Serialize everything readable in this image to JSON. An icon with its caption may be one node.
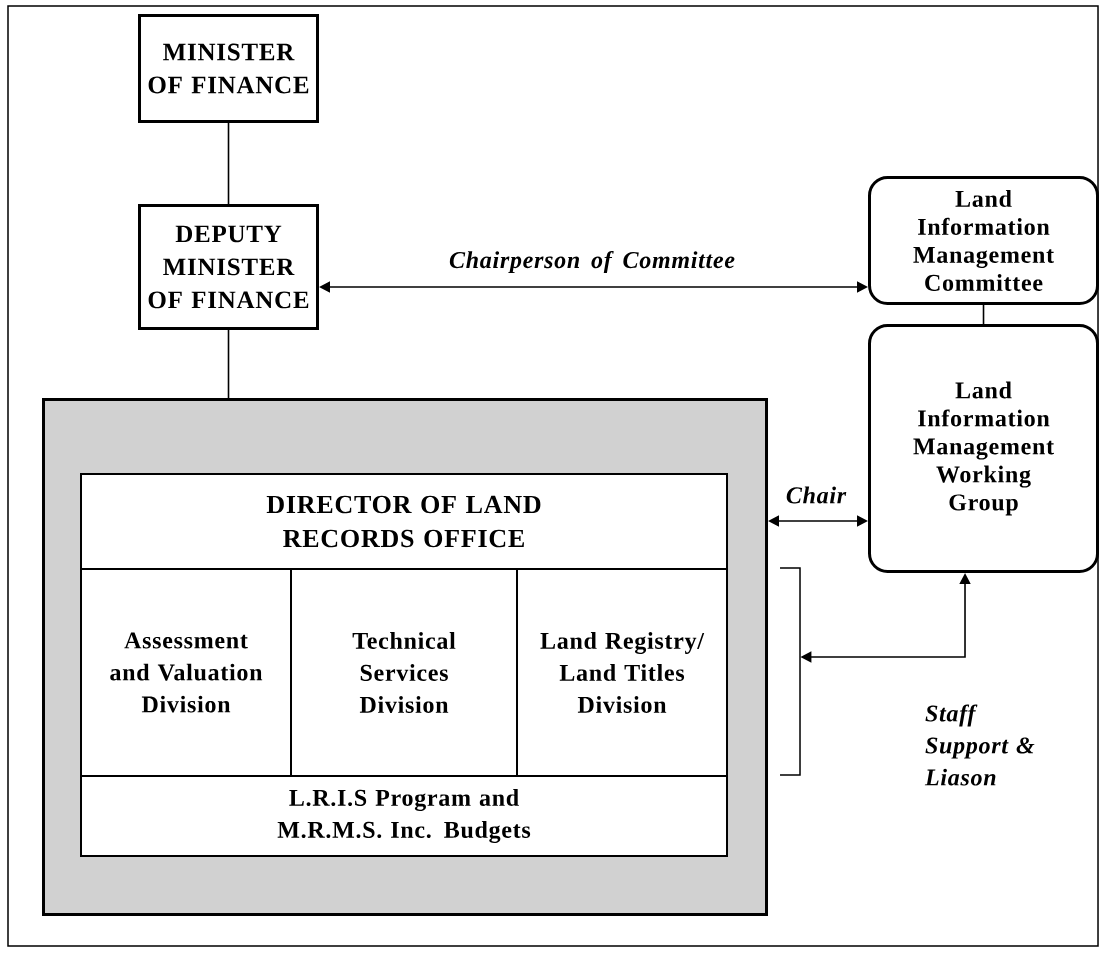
{
  "diagram": {
    "nodes": [
      {
        "text": [
          "MINISTER OF FINANCE"
        ]
      },
      {
        "text": [
          "DEPUTY MINISTER OF FINANCE"
        ]
      },
      {
        "text": [],
        "shape": "box"
      },
      {
        "text": [
          "DIRECTOR OF LAND RECORDS OFFICE"
        ],
        "in": 2
      },
      {
        "text": [
          "Assessment and Valuation Division"
        ],
        "in": 2
      },
      {
        "text": [
          "Technical Services Division"
        ],
        "in": 2
      },
      {
        "text": [
          "Land Registry/ Land Titles Division"
        ],
        "in": 2
      },
      {
        "text": [
          "L.R.I.S Program and M.R.M.S. Inc. Budgets"
        ],
        "in": 2
      },
      {
        "text": [
          "Land Information Management Committee"
        ]
      },
      {
        "text": [
          "Land Information Management Working Group"
        ]
      },
      {
        "text": [],
        "shape": "bracket"
      }
    ],
    "edges": [
      {
        "from": 0,
        "to": 1,
        "arrow": "none"
      },
      {
        "from": 1,
        "to": 2,
        "arrow": "none"
      },
      {
        "from": 1,
        "to": 8,
        "arrow": "both",
        "label": "Chairperson of Committee"
      },
      {
        "from": 2,
        "to": 9,
        "arrow": "both",
        "label": "Chair"
      },
      {
        "from": 8,
        "to": 9,
        "arrow": "none"
      },
      {
        "from": 10,
        "to": 9,
        "arrow": "both",
        "label": "Staff Support & Liason"
      }
    ]
  }
}
